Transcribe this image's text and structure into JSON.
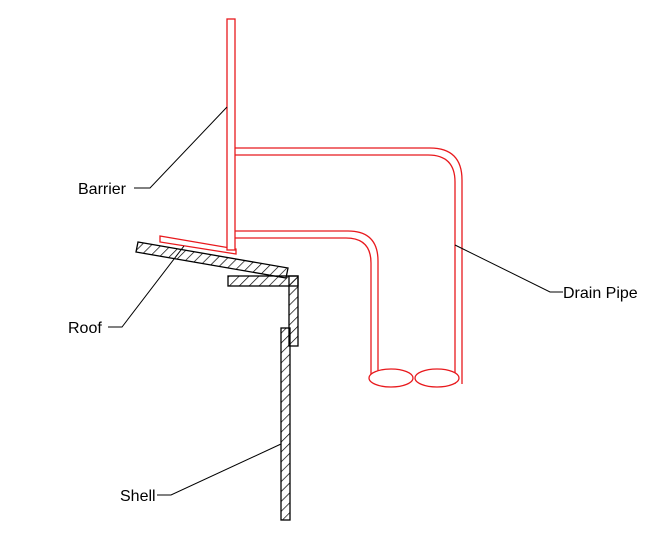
{
  "labels": {
    "barrier": "Barrier",
    "roof": "Roof",
    "shell": "Shell",
    "drain_pipe": "Drain Pipe"
  },
  "colors": {
    "pipe_outline": "#e8191d",
    "hatch_outline": "#000000",
    "leader_line": "#000000",
    "background": "#ffffff"
  }
}
